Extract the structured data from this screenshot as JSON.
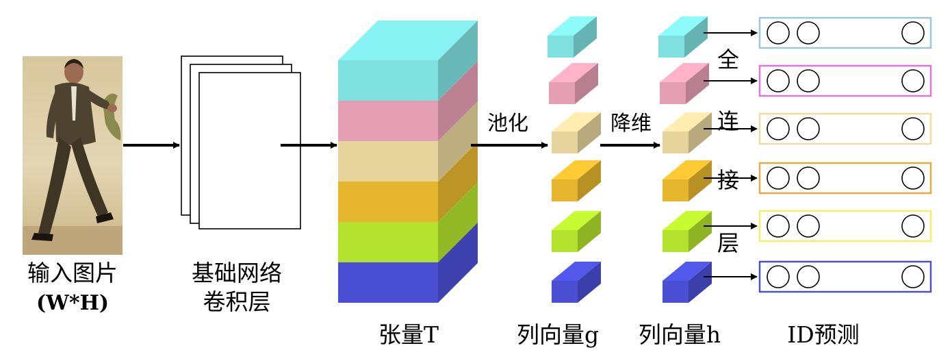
{
  "labels": {
    "input": "输入图片",
    "input_size": "(W*H)",
    "conv_line1": "基础网络",
    "conv_line2": "卷积层",
    "tensor": "张量T",
    "vec_g": "列向量g",
    "vec_h": "列向量h",
    "id_pred": "ID预测",
    "pooling": "池化",
    "reduce": "降维",
    "fc_chars": [
      "全",
      "连",
      "接",
      "层"
    ]
  },
  "colors": {
    "slices": [
      "#7fe0e0",
      "#e59fb3",
      "#e6d49c",
      "#e6b52e",
      "#b3e12d",
      "#4a4fd4"
    ],
    "pred_boxes": [
      "#9cc7d6",
      "#dd77dd",
      "#f0dc9c",
      "#e9a93e",
      "#f2f06a",
      "#4f4fd1"
    ]
  },
  "icons": {
    "photo": "person-walking-photo",
    "arrow": "right-arrow-icon",
    "neuron": "circle-node-icon"
  }
}
